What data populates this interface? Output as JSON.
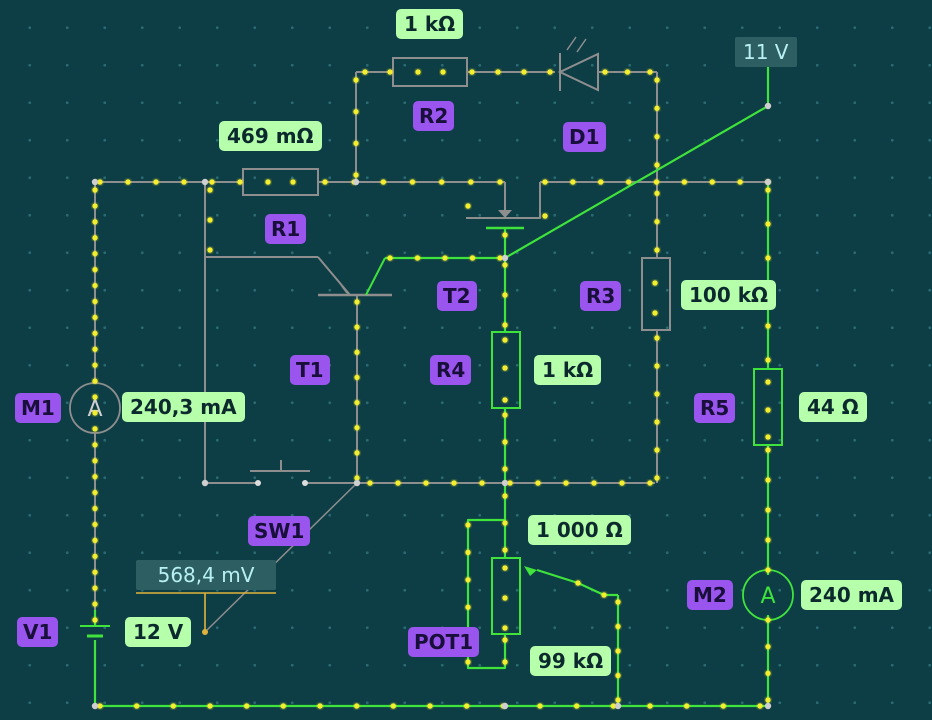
{
  "colors": {
    "background": "#0d3d45",
    "wire_idle": "#8e8e8e",
    "wire_live": "#3fe33b",
    "junction": "#f3ee2d",
    "value_label_bg": "#b6ffab",
    "name_label_bg": "#9a55ee",
    "probe_bg": "#2d5f62",
    "probe_line": "#e0b43c"
  },
  "components": [
    {
      "id": "R1",
      "type": "resistor",
      "value": "469 mΩ"
    },
    {
      "id": "R2",
      "type": "resistor",
      "value": "1 kΩ"
    },
    {
      "id": "R3",
      "type": "resistor",
      "value": "100 kΩ"
    },
    {
      "id": "R4",
      "type": "resistor",
      "value": "1 kΩ"
    },
    {
      "id": "R5",
      "type": "resistor",
      "value": "44 Ω"
    },
    {
      "id": "D1",
      "type": "led"
    },
    {
      "id": "T1",
      "type": "npn-transistor"
    },
    {
      "id": "T2",
      "type": "mosfet"
    },
    {
      "id": "M1",
      "type": "ammeter",
      "value": "240,3 mA"
    },
    {
      "id": "M2",
      "type": "ammeter",
      "value": "240 mA"
    },
    {
      "id": "V1",
      "type": "battery",
      "value": "12 V"
    },
    {
      "id": "SW1",
      "type": "push-switch"
    },
    {
      "id": "POT1",
      "type": "potentiometer",
      "value": "1 000 Ω",
      "wiper_value": "99 kΩ"
    }
  ],
  "meter_symbols": {
    "M1": "A",
    "M2": "A"
  },
  "probes": [
    {
      "reading": "11 V"
    },
    {
      "reading": "568,4 mV"
    }
  ]
}
